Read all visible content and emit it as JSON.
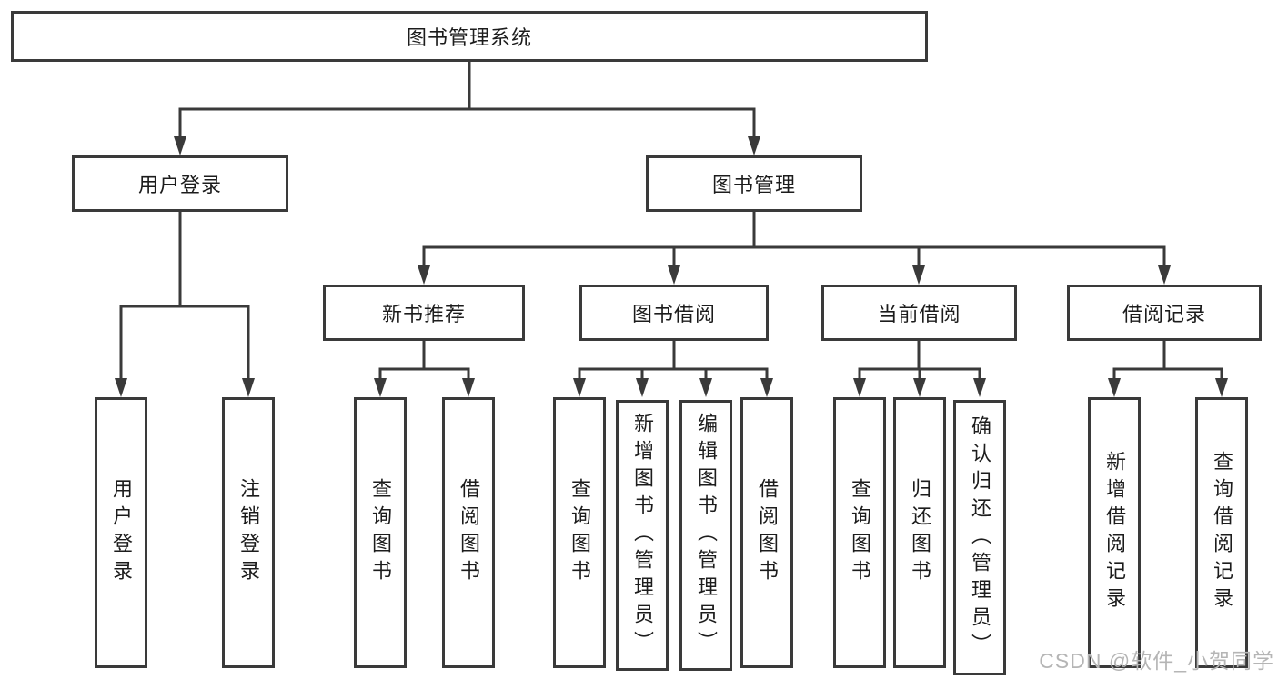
{
  "diagram_type": "hierarchy",
  "colors": {
    "line": "#3a3a3a",
    "box_border": "#3a3a3a",
    "text": "#1c1c1c",
    "background": "#ffffff",
    "watermark": "#b5b5b5"
  },
  "nodes": {
    "root": {
      "label": "图书管理系统"
    },
    "level2": [
      {
        "label": "用户登录"
      },
      {
        "label": "图书管理"
      }
    ],
    "level3": [
      {
        "label": "新书推荐"
      },
      {
        "label": "图书借阅"
      },
      {
        "label": "当前借阅"
      },
      {
        "label": "借阅记录"
      }
    ],
    "leaves": {
      "user_login": [
        {
          "label": "用户登录"
        },
        {
          "label": "注销登录"
        }
      ],
      "new_book_rec": [
        {
          "label": "查询图书"
        },
        {
          "label": "借阅图书"
        }
      ],
      "book_borrow": [
        {
          "label": "查询图书"
        },
        {
          "label": "新增图书（管理员）"
        },
        {
          "label": "编辑图书（管理员）"
        },
        {
          "label": "借阅图书"
        }
      ],
      "current_borrow": [
        {
          "label": "查询图书"
        },
        {
          "label": "归还图书"
        },
        {
          "label": "确认归还（管理员）"
        }
      ],
      "borrow_records": [
        {
          "label": "新增借阅记录"
        },
        {
          "label": "查询借阅记录"
        }
      ]
    }
  },
  "watermark": {
    "text": "CSDN @软件_小贺同学"
  }
}
